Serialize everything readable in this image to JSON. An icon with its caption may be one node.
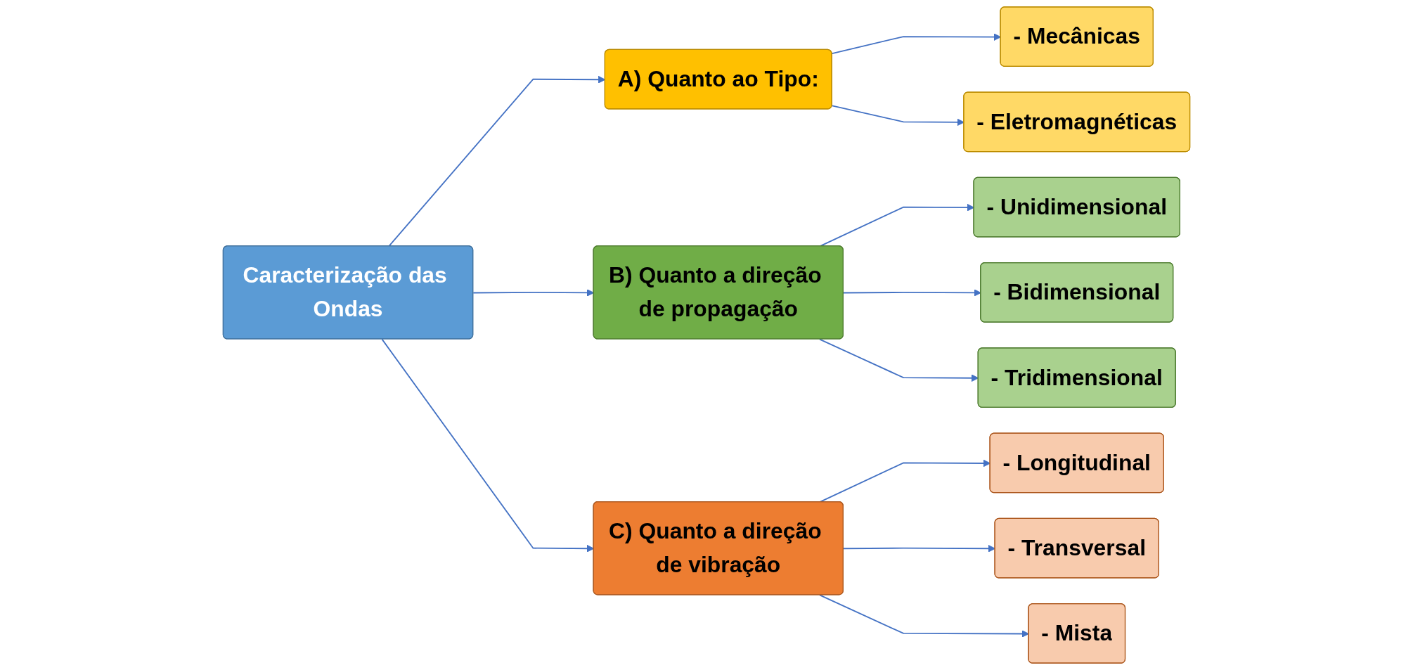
{
  "diagram": {
    "nodes": [
      {
        "text": [
          "Caracterização das Ondas"
        ]
      },
      {
        "text": [
          "A) Quanto ao Tipo:"
        ]
      },
      {
        "text": [
          "B) Quanto a direção de propagação"
        ]
      },
      {
        "text": [
          "C) Quanto a direção de vibração"
        ]
      },
      {
        "text": [
          "- Mecânicas"
        ]
      },
      {
        "text": [
          "- Eletromagnéticas"
        ]
      },
      {
        "text": [
          "- Unidimensional"
        ]
      },
      {
        "text": [
          "- Bidimensional"
        ]
      },
      {
        "text": [
          "- Tridimensional"
        ]
      },
      {
        "text": [
          "- Longitudinal"
        ]
      },
      {
        "text": [
          "- Transversal"
        ]
      },
      {
        "text": [
          "- Mista"
        ]
      }
    ],
    "edges": [
      {
        "from": 0,
        "to": 1,
        "arrow": "to"
      },
      {
        "from": 0,
        "to": 2,
        "arrow": "to"
      },
      {
        "from": 0,
        "to": 3,
        "arrow": "to"
      },
      {
        "from": 1,
        "to": 4,
        "arrow": "to"
      },
      {
        "from": 1,
        "to": 5,
        "arrow": "to"
      },
      {
        "from": 2,
        "to": 6,
        "arrow": "to"
      },
      {
        "from": 2,
        "to": 7,
        "arrow": "to"
      },
      {
        "from": 2,
        "to": 8,
        "arrow": "to"
      },
      {
        "from": 3,
        "to": 9,
        "arrow": "to"
      },
      {
        "from": 3,
        "to": 10,
        "arrow": "to"
      },
      {
        "from": 3,
        "to": 11,
        "arrow": "to"
      }
    ]
  }
}
